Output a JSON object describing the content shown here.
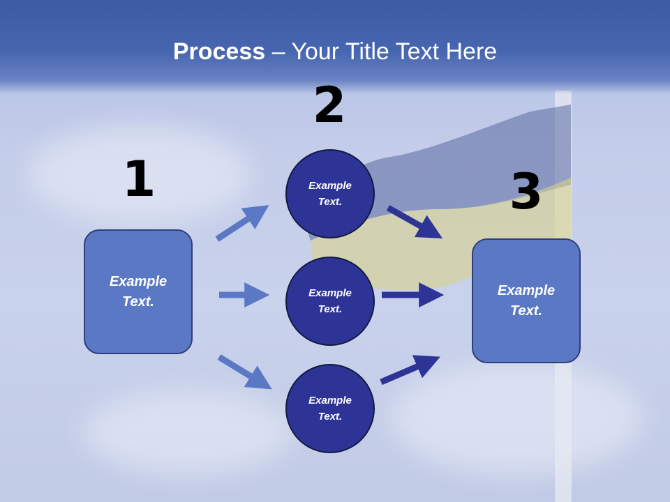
{
  "title": {
    "bold": "Process",
    "rest": " – Your Title Text Here"
  },
  "steps": {
    "one": "1",
    "two": "2",
    "three": "3"
  },
  "left_box": {
    "text": "Example Text."
  },
  "circles": [
    {
      "text": "Example Text."
    },
    {
      "text": "Example Text."
    },
    {
      "text": "Example Text."
    }
  ],
  "right_box": {
    "text": "Example Text."
  },
  "colors": {
    "title_bar": "#4766b0",
    "box_fill": "#5a78c4",
    "circle_fill": "#2e3496",
    "arrow_light": "#5a78c4",
    "arrow_dark": "#2e3496",
    "flag_blue": "#5a6aa0",
    "flag_yellow": "#d8d28a"
  }
}
